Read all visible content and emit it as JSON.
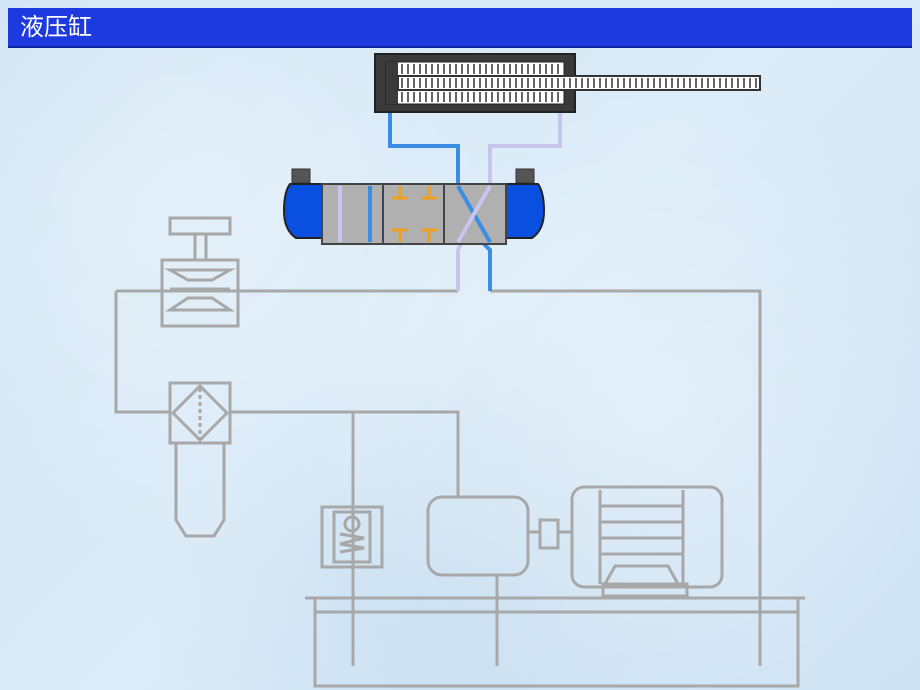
{
  "slide": {
    "title": "液压缸"
  },
  "colors": {
    "title_bar": "#1d3ae0",
    "pressure_line": "#3a8ee6",
    "return_line": "#c8c4ee",
    "circuit_line": "#a8a8a8",
    "valve_end_caps": "#0a50e0",
    "valve_arrows": "#f0a020",
    "cylinder_body": "#3a3a3a"
  },
  "components": [
    {
      "name": "hydraulic-cylinder",
      "icon": "cylinder-icon"
    },
    {
      "name": "directional-valve",
      "icon": "valve-icon"
    },
    {
      "name": "relief-valve",
      "icon": "relief-valve-icon"
    },
    {
      "name": "filter",
      "icon": "filter-icon"
    },
    {
      "name": "accumulator",
      "icon": "accumulator-icon"
    },
    {
      "name": "pump",
      "icon": "pump-icon"
    },
    {
      "name": "electric-motor",
      "icon": "motor-icon"
    },
    {
      "name": "oil-tank",
      "icon": "tank-icon"
    }
  ]
}
